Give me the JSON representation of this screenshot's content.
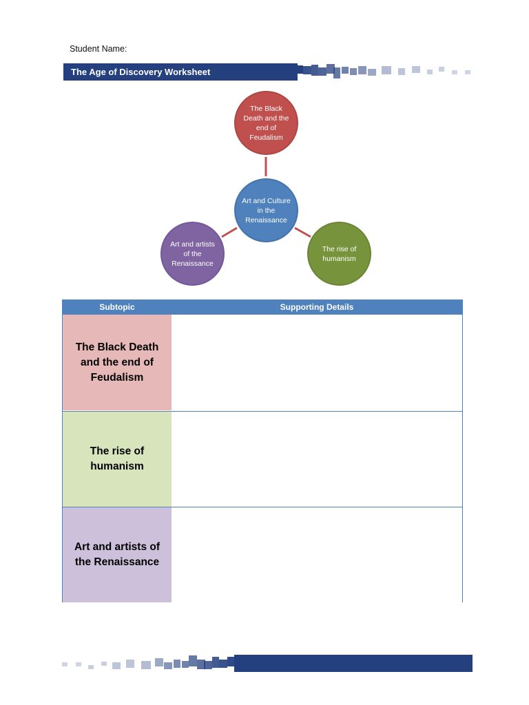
{
  "header": {
    "student_name_label": "Student Name:",
    "title": "The Age of Discovery Worksheet"
  },
  "diagram": {
    "center": "Art and Culture in the Renaissance",
    "nodes": [
      "The Black Death and the end of Feudalism",
      "The rise of humanism",
      "Art and artists of the Renaissance"
    ]
  },
  "table": {
    "headers": [
      "Subtopic",
      "Supporting Details"
    ],
    "rows": [
      {
        "subtopic": "The Black Death and the end of Feudalism",
        "details": ""
      },
      {
        "subtopic": "The rise of humanism",
        "details": ""
      },
      {
        "subtopic": "Art and artists of the Renaissance",
        "details": ""
      }
    ]
  },
  "colors": {
    "title_bar": "#24407f",
    "node_red": "#c0504d",
    "node_blue": "#4f81bd",
    "node_purple": "#8064a2",
    "node_green": "#77933c",
    "row_red": "#e6b8b7",
    "row_green": "#d7e4bc",
    "row_purple": "#ccc0da"
  }
}
